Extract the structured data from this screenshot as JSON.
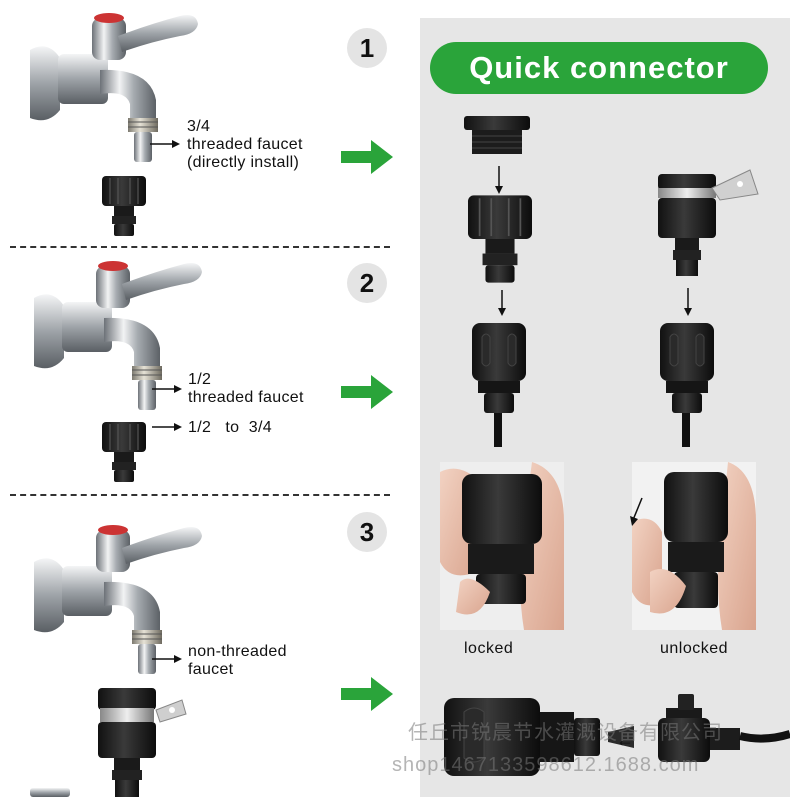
{
  "steps": [
    {
      "number": "1",
      "label_lines": [
        "3/4",
        "threaded faucet",
        "(directly  install)"
      ]
    },
    {
      "number": "2",
      "label_lines": [
        "1/2",
        "threaded faucet"
      ],
      "adapter_label": "1/2   to  3/4"
    },
    {
      "number": "3",
      "label_lines": [
        "non-threaded",
        "faucet"
      ]
    }
  ],
  "panel": {
    "title": "Quick connector",
    "caption_locked": "locked",
    "caption_unlocked": "unlocked"
  },
  "watermark": {
    "line1": "任丘市锐晨节水灌溉设备有限公司",
    "line2": "shop1467133598612.1688.com"
  },
  "colors": {
    "accent_green": "#2aa43a",
    "panel_bg": "#e6e6e6"
  }
}
